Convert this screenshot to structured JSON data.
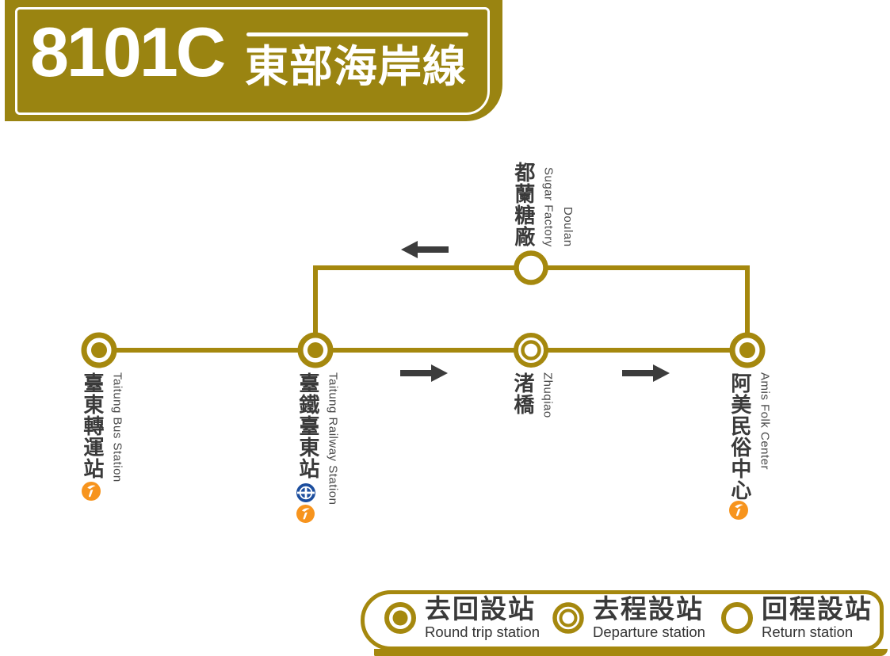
{
  "colors": {
    "banner_gold": "#9a8411",
    "route_gold": "#a5880e",
    "arrow_dark": "#3c3c3c",
    "text_dark": "#3a3a3a",
    "text_gray": "#4a4a4a",
    "info_orange": "#f7941d",
    "railway_blue": "#1c4e9e",
    "white": "#ffffff"
  },
  "header": {
    "route_number": "8101C",
    "route_name": "東部海岸線"
  },
  "stations": [
    {
      "zh": "臺東轉運站",
      "en": "Taitung Bus Station",
      "type": "round_trip",
      "icons": [
        "visitor-info-icon"
      ]
    },
    {
      "zh": "臺鐵臺東站",
      "en": "Taitung Railway Station",
      "type": "round_trip",
      "icons": [
        "railway-icon",
        "visitor-info-icon"
      ]
    },
    {
      "zh": "渚橋",
      "en": "Zhuqiao",
      "type": "departure",
      "icons": []
    },
    {
      "zh": "阿美民俗中心",
      "en": "Amis Folk Center",
      "type": "round_trip",
      "icons": [
        "visitor-info-icon"
      ]
    },
    {
      "zh": "都蘭糖廠",
      "en": "Doulan Sugar Factory",
      "en_lines": [
        "Doulan",
        "Sugar Factory"
      ],
      "type": "return",
      "icons": []
    }
  ],
  "legend": {
    "items": [
      {
        "zh": "去回設站",
        "en": "Round trip station",
        "type": "round_trip"
      },
      {
        "zh": "去程設站",
        "en": "Departure station",
        "type": "departure"
      },
      {
        "zh": "回程設站",
        "en": "Return station",
        "type": "return"
      }
    ]
  }
}
